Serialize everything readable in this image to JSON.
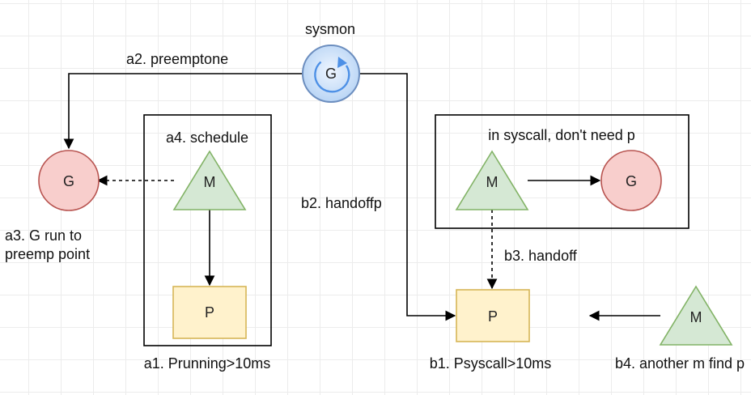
{
  "sysmon": {
    "title": "sysmon",
    "node_label": "G"
  },
  "left": {
    "goroutine_label": "G",
    "machine_label": "M",
    "processor_label": "P",
    "preempt_edge_label": "a2. preemptone",
    "schedule_label": "a4. schedule",
    "run_label_line1": "a3. G run to",
    "run_label_line2": "preemp point",
    "running_label": "a1. Prunning>10ms"
  },
  "right": {
    "syscall_label": "in syscall, don't need p",
    "machine_label": "M",
    "goroutine_label": "G",
    "handoffp_label": "b2. handoffp",
    "handoff_label": "b3. handoff",
    "processor_label": "P",
    "psyscall_label": "b1. Psyscall>10ms",
    "other_machine_label": "M",
    "find_label": "b4. another m find p"
  },
  "colors": {
    "goroutine_fill": "#f8cecc",
    "goroutine_stroke": "#b85450",
    "machine_fill": "#d5e8d4",
    "machine_stroke": "#82b366",
    "processor_fill": "#fff2cc",
    "processor_stroke": "#d6b656",
    "sysmon_fill": "#dae8fc",
    "sysmon_stroke": "#6c8ebf"
  }
}
